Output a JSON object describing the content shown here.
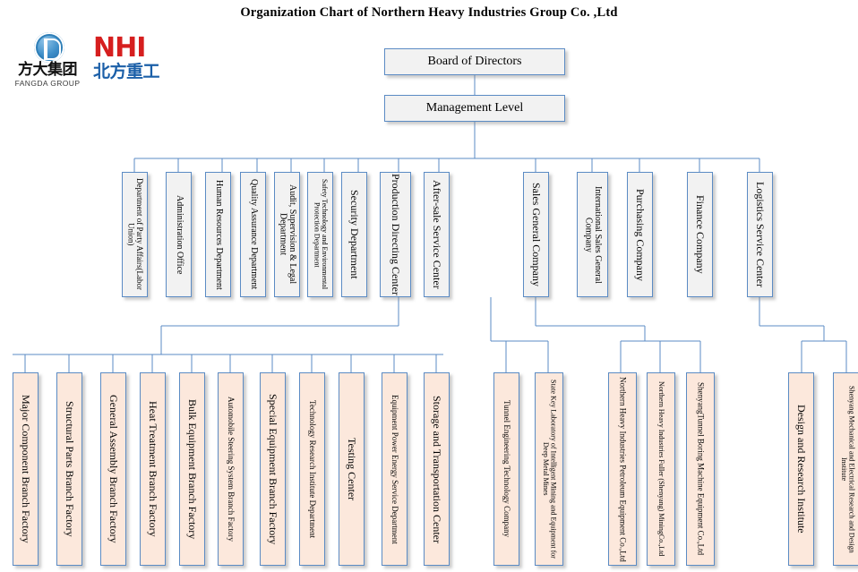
{
  "title": "Organization Chart of Northern Heavy Industries  Group Co. ,Ltd",
  "logos": {
    "fangda": {
      "cn": "方大集团",
      "en": "FANGDA GROUP"
    },
    "nhi": {
      "en": "NHI",
      "cn": "北方重工"
    }
  },
  "colors": {
    "box_fill_gray": "#f2f2f2",
    "box_fill_peach": "#fce8dc",
    "box_border": "#5b8bc4",
    "connector": "#5b8bc4",
    "logo_red": "#d61f1f",
    "logo_blue": "#1b5fa8",
    "text": "#000000"
  },
  "chart_data": {
    "type": "diagram",
    "diagram_kind": "organization-chart",
    "root": "Board of Directors"
  },
  "nodes": {
    "board": "Board of Directors",
    "management": "Management Level",
    "level2_left": [
      "Department of Party Affairs(Labor Union)",
      "Administration Office",
      "Human Resources Department",
      "Quality Assurance Department",
      "Audit, Supervision & Legal Department",
      "Safety Technology and Environmental Protection Department",
      "Security Department",
      "Production Directing Center",
      "After-sale Service Center"
    ],
    "level2_right": [
      "Sales General Company",
      "International Sales General Company",
      "Purchasing Company",
      "Finance Company",
      "Logistics Service Center"
    ],
    "production_children": [
      "Major Component Branch Factory",
      "Structural Parts Branch Factory",
      "General Assembly Branch Factory",
      "Heat Treatment Branch Factory",
      "Bulk Equipment Branch Factory",
      "Automobile Steering System Branch Factory",
      "Special Equipment Branch Factory",
      "Technology Research Institute Department",
      "Testing Center",
      "Equipment Power Energy Service Department",
      "Storage and Transportation Center"
    ],
    "aftersale_children": [
      "Tunnel Engineering Technology Company",
      "State Key Laboratory of Intelligent Mining and Equipment for Deep Metal Mines"
    ],
    "sales_children": [
      "Northern Heavy Industries Petroleum Equipment Co.,Ltd",
      "Northern Heavy Industries Fuller (Shenyang) MiningCo.,Ltd",
      "ShenyangTunnel Boring Machine Equipment Co.,Ltd"
    ],
    "logistics_children": [
      "Design and Research Institute",
      "Shenyang Mechanical and Electrical Research and Design Institute"
    ]
  }
}
